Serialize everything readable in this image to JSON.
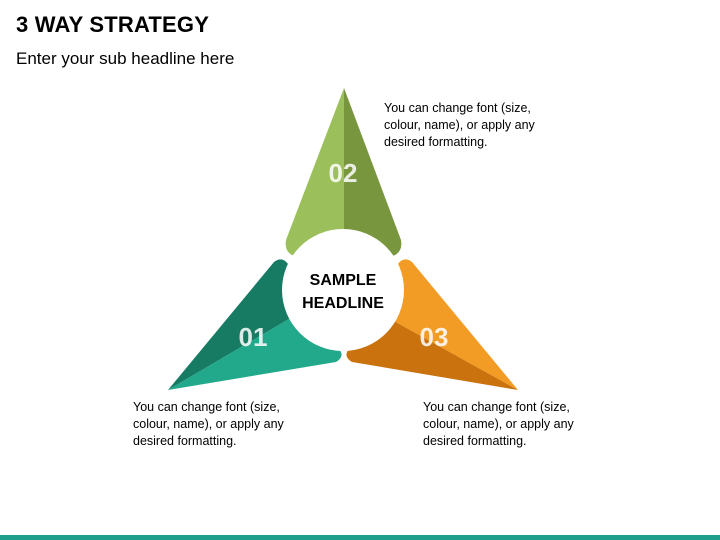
{
  "slide": {
    "title": "3 WAY STRATEGY",
    "subtitle": "Enter your sub headline here"
  },
  "center": {
    "line1": "SAMPLE",
    "line2": "HEADLINE"
  },
  "segments": [
    {
      "number": "01",
      "description": "You can change font (size, colour, name), or apply any desired formatting.",
      "color_light": "#22a88a",
      "color_dark": "#177a62"
    },
    {
      "number": "02",
      "description": "You can change font (size, colour, name), or apply any desired formatting.",
      "color_light": "#9bbf5a",
      "color_dark": "#78963e"
    },
    {
      "number": "03",
      "description": "You can change font (size, colour, name), or apply any desired formatting.",
      "color_light": "#f29b25",
      "color_dark": "#c9720e"
    }
  ],
  "colors": {
    "bottom_bar": "#1f9e8c",
    "number_text": "#ffffff",
    "center_fill": "#ffffff"
  }
}
